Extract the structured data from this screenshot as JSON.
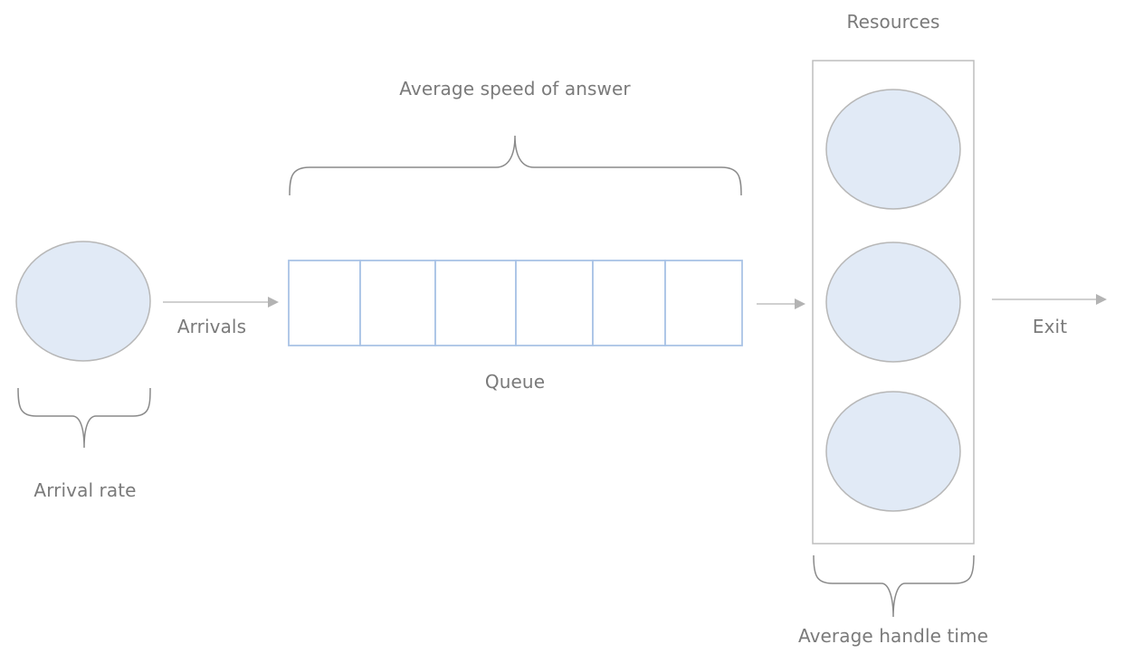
{
  "labels": {
    "resources": "Resources",
    "average_speed_of_answer": "Average speed of answer",
    "arrivals": "Arrivals",
    "queue": "Queue",
    "exit": "Exit",
    "arrival_rate": "Arrival rate",
    "average_handle_time": "Average handle time"
  },
  "colors": {
    "node_fill": "#e1eaf6",
    "node_stroke": "#b7b7b7",
    "queue_stroke": "#a9c3e6",
    "connector": "#b3b3b3",
    "brace": "#8a8a8a",
    "label_text": "#7a7a7a"
  }
}
